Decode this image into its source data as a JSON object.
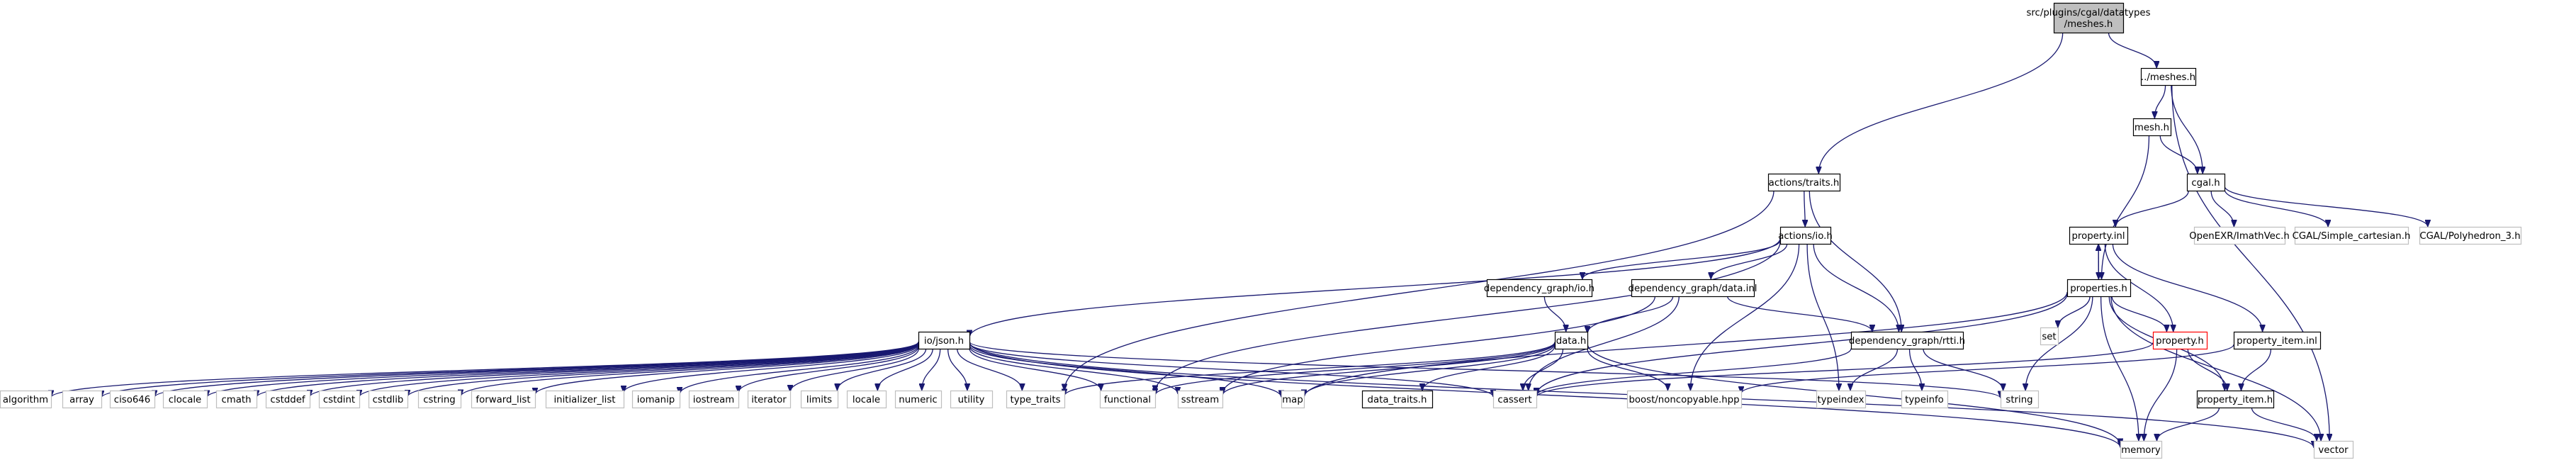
{
  "colors": {
    "edge": "#191970",
    "root_fill": "#bfbfbf",
    "root_stroke": "#000000",
    "node_stroke": "#000000",
    "external_stroke": "#bfbfbf",
    "truncated_stroke": "#ff0000",
    "external_text": "#404040"
  },
  "nodes": [
    {
      "id": "root",
      "lines": [
        "src/plugins/cgal/datatypes",
        "/meshes.h"
      ],
      "kind": "root"
    },
    {
      "id": "parent_meshes",
      "lines": [
        "../meshes.h"
      ],
      "kind": "local"
    },
    {
      "id": "mesh",
      "lines": [
        "mesh.h"
      ],
      "kind": "local"
    },
    {
      "id": "cgal",
      "lines": [
        "cgal.h"
      ],
      "kind": "local"
    },
    {
      "id": "actions_traits",
      "lines": [
        "actions/traits.h"
      ],
      "kind": "local"
    },
    {
      "id": "actions_io",
      "lines": [
        "actions/io.h"
      ],
      "kind": "local"
    },
    {
      "id": "property_inl",
      "lines": [
        "property.inl"
      ],
      "kind": "local"
    },
    {
      "id": "openexr",
      "lines": [
        "OpenEXR/ImathVec.h"
      ],
      "kind": "external"
    },
    {
      "id": "cgal_cart",
      "lines": [
        "CGAL/Simple_cartesian.h"
      ],
      "kind": "external"
    },
    {
      "id": "cgal_poly",
      "lines": [
        "CGAL/Polyhedron_3.h"
      ],
      "kind": "external"
    },
    {
      "id": "properties",
      "lines": [
        "properties.h"
      ],
      "kind": "local"
    },
    {
      "id": "dg_io",
      "lines": [
        "dependency_graph/io.h"
      ],
      "kind": "local"
    },
    {
      "id": "dg_data_inl",
      "lines": [
        "dependency_graph/data.inl"
      ],
      "kind": "local"
    },
    {
      "id": "set",
      "lines": [
        "set"
      ],
      "kind": "external"
    },
    {
      "id": "property_h",
      "lines": [
        "property.h"
      ],
      "kind": "truncated"
    },
    {
      "id": "property_item_inl",
      "lines": [
        "property_item.inl"
      ],
      "kind": "local"
    },
    {
      "id": "data_h",
      "lines": [
        "data.h"
      ],
      "kind": "local"
    },
    {
      "id": "dg_rtti",
      "lines": [
        "dependency_graph/rtti.h"
      ],
      "kind": "local"
    },
    {
      "id": "io_json",
      "lines": [
        "io/json.h"
      ],
      "kind": "local"
    },
    {
      "id": "algorithm",
      "lines": [
        "algorithm"
      ],
      "kind": "external"
    },
    {
      "id": "array",
      "lines": [
        "array"
      ],
      "kind": "external"
    },
    {
      "id": "ciso646",
      "lines": [
        "ciso646"
      ],
      "kind": "external"
    },
    {
      "id": "clocale",
      "lines": [
        "clocale"
      ],
      "kind": "external"
    },
    {
      "id": "cmath",
      "lines": [
        "cmath"
      ],
      "kind": "external"
    },
    {
      "id": "cstddef",
      "lines": [
        "cstddef"
      ],
      "kind": "external"
    },
    {
      "id": "cstdint",
      "lines": [
        "cstdint"
      ],
      "kind": "external"
    },
    {
      "id": "cstdlib",
      "lines": [
        "cstdlib"
      ],
      "kind": "external"
    },
    {
      "id": "cstring",
      "lines": [
        "cstring"
      ],
      "kind": "external"
    },
    {
      "id": "forward_list",
      "lines": [
        "forward_list"
      ],
      "kind": "external"
    },
    {
      "id": "initializer_list",
      "lines": [
        "initializer_list"
      ],
      "kind": "external"
    },
    {
      "id": "iomanip",
      "lines": [
        "iomanip"
      ],
      "kind": "external"
    },
    {
      "id": "iostream",
      "lines": [
        "iostream"
      ],
      "kind": "external"
    },
    {
      "id": "iterator",
      "lines": [
        "iterator"
      ],
      "kind": "external"
    },
    {
      "id": "limits",
      "lines": [
        "limits"
      ],
      "kind": "external"
    },
    {
      "id": "locale",
      "lines": [
        "locale"
      ],
      "kind": "external"
    },
    {
      "id": "numeric",
      "lines": [
        "numeric"
      ],
      "kind": "external"
    },
    {
      "id": "utility",
      "lines": [
        "utility"
      ],
      "kind": "external"
    },
    {
      "id": "type_traits",
      "lines": [
        "type_traits"
      ],
      "kind": "external"
    },
    {
      "id": "functional",
      "lines": [
        "functional"
      ],
      "kind": "external"
    },
    {
      "id": "sstream",
      "lines": [
        "sstream"
      ],
      "kind": "external"
    },
    {
      "id": "map",
      "lines": [
        "map"
      ],
      "kind": "external"
    },
    {
      "id": "data_traits",
      "lines": [
        "data_traits.h"
      ],
      "kind": "local"
    },
    {
      "id": "cassert",
      "lines": [
        "cassert"
      ],
      "kind": "external"
    },
    {
      "id": "boost_noncopyable",
      "lines": [
        "boost/noncopyable.hpp"
      ],
      "kind": "external"
    },
    {
      "id": "typeindex",
      "lines": [
        "typeindex"
      ],
      "kind": "external"
    },
    {
      "id": "typeinfo",
      "lines": [
        "typeinfo"
      ],
      "kind": "external"
    },
    {
      "id": "string",
      "lines": [
        "string"
      ],
      "kind": "external"
    },
    {
      "id": "property_item_h",
      "lines": [
        "property_item.h"
      ],
      "kind": "local"
    },
    {
      "id": "memory",
      "lines": [
        "memory"
      ],
      "kind": "external"
    },
    {
      "id": "vector",
      "lines": [
        "vector"
      ],
      "kind": "external"
    }
  ],
  "edges": [
    [
      "root",
      "parent_meshes"
    ],
    [
      "root",
      "actions_traits"
    ],
    [
      "parent_meshes",
      "mesh"
    ],
    [
      "parent_meshes",
      "cgal"
    ],
    [
      "parent_meshes",
      "vector"
    ],
    [
      "mesh",
      "cgal"
    ],
    [
      "mesh",
      "properties"
    ],
    [
      "cgal",
      "property_inl"
    ],
    [
      "cgal",
      "openexr"
    ],
    [
      "cgal",
      "cgal_cart"
    ],
    [
      "cgal",
      "cgal_poly"
    ],
    [
      "actions_traits",
      "actions_io"
    ],
    [
      "actions_traits",
      "dg_rtti"
    ],
    [
      "actions_traits",
      "type_traits"
    ],
    [
      "actions_io",
      "io_json"
    ],
    [
      "actions_io",
      "dg_io"
    ],
    [
      "actions_io",
      "dg_data_inl"
    ],
    [
      "actions_io",
      "dg_rtti"
    ],
    [
      "actions_io",
      "functional"
    ],
    [
      "actions_io",
      "boost_noncopyable"
    ],
    [
      "actions_io",
      "typeindex"
    ],
    [
      "property_inl",
      "properties"
    ],
    [
      "property_inl",
      "property_h"
    ],
    [
      "property_inl",
      "property_item_inl"
    ],
    [
      "properties",
      "property_inl"
    ],
    [
      "properties",
      "set"
    ],
    [
      "properties",
      "property_h"
    ],
    [
      "properties",
      "string"
    ],
    [
      "properties",
      "memory"
    ],
    [
      "properties",
      "vector"
    ],
    [
      "properties",
      "property_item_h"
    ],
    [
      "properties",
      "map"
    ],
    [
      "properties",
      "cassert"
    ],
    [
      "dg_io",
      "data_h"
    ],
    [
      "dg_data_inl",
      "data_h"
    ],
    [
      "dg_data_inl",
      "dg_rtti"
    ],
    [
      "dg_data_inl",
      "cassert"
    ],
    [
      "dg_data_inl",
      "sstream"
    ],
    [
      "data_h",
      "type_traits"
    ],
    [
      "data_h",
      "functional"
    ],
    [
      "data_h",
      "sstream"
    ],
    [
      "data_h",
      "map"
    ],
    [
      "data_h",
      "data_traits"
    ],
    [
      "data_h",
      "cassert"
    ],
    [
      "data_h",
      "boost_noncopyable"
    ],
    [
      "data_h",
      "memory"
    ],
    [
      "dg_rtti",
      "typeindex"
    ],
    [
      "dg_rtti",
      "typeinfo"
    ],
    [
      "dg_rtti",
      "string"
    ],
    [
      "dg_rtti",
      "cassert"
    ],
    [
      "io_json",
      "algorithm"
    ],
    [
      "io_json",
      "array"
    ],
    [
      "io_json",
      "ciso646"
    ],
    [
      "io_json",
      "clocale"
    ],
    [
      "io_json",
      "cmath"
    ],
    [
      "io_json",
      "cstddef"
    ],
    [
      "io_json",
      "cstdint"
    ],
    [
      "io_json",
      "cstdlib"
    ],
    [
      "io_json",
      "cstring"
    ],
    [
      "io_json",
      "forward_list"
    ],
    [
      "io_json",
      "initializer_list"
    ],
    [
      "io_json",
      "iomanip"
    ],
    [
      "io_json",
      "iostream"
    ],
    [
      "io_json",
      "iterator"
    ],
    [
      "io_json",
      "limits"
    ],
    [
      "io_json",
      "locale"
    ],
    [
      "io_json",
      "numeric"
    ],
    [
      "io_json",
      "utility"
    ],
    [
      "io_json",
      "type_traits"
    ],
    [
      "io_json",
      "functional"
    ],
    [
      "io_json",
      "sstream"
    ],
    [
      "io_json",
      "map"
    ],
    [
      "io_json",
      "string"
    ],
    [
      "io_json",
      "memory"
    ],
    [
      "io_json",
      "vector"
    ],
    [
      "io_json",
      "cassert"
    ],
    [
      "property_h",
      "property_item_h"
    ],
    [
      "property_h",
      "memory"
    ],
    [
      "property_h",
      "cassert"
    ],
    [
      "property_item_inl",
      "property_item_h"
    ],
    [
      "property_item_inl",
      "boost_noncopyable"
    ],
    [
      "property_item_h",
      "memory"
    ],
    [
      "property_item_h",
      "vector"
    ]
  ]
}
